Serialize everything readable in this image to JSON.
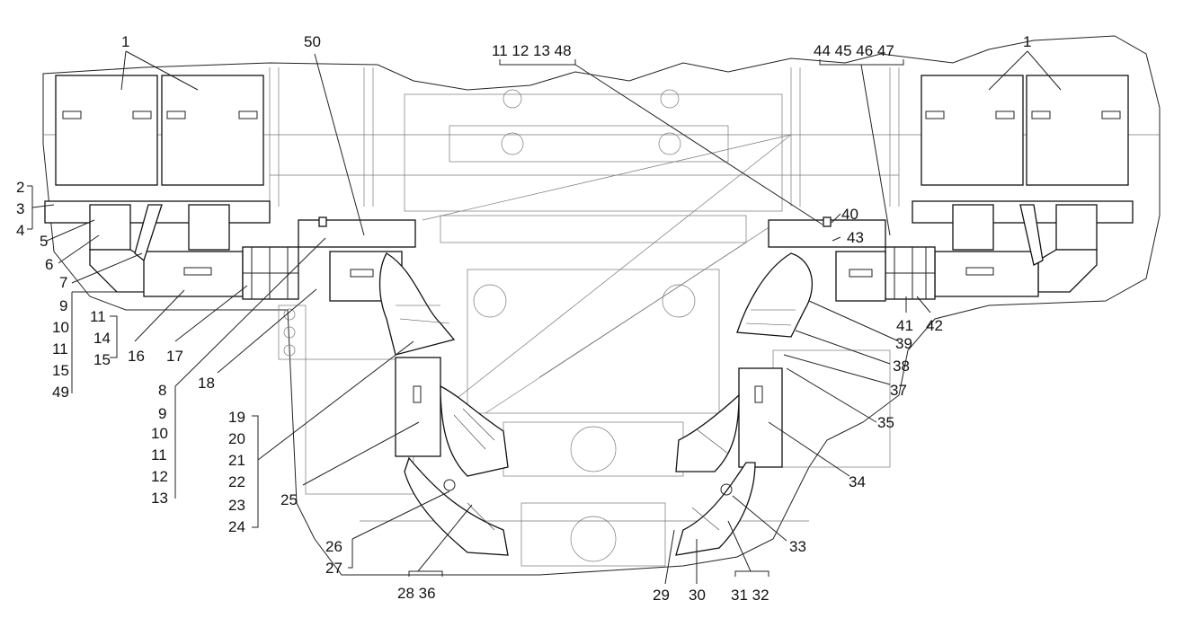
{
  "labels": {
    "top_center": "11 12 13 48",
    "top_right_group": "44 45 46 47",
    "n1_left": "1",
    "n1_right": "1",
    "n50": "50",
    "n2": "2",
    "n3": "3",
    "n4": "4",
    "n5": "5",
    "n6": "6",
    "n7": "7",
    "n9a": "9",
    "n10a": "10",
    "n11a": "11",
    "n11b": "11",
    "n14": "14",
    "n15a": "15",
    "n15b": "15",
    "n16": "16",
    "n17": "17",
    "n18": "18",
    "n49": "49",
    "n8": "8",
    "n9b": "9",
    "n10b": "10",
    "n11c": "11",
    "n12": "12",
    "n13": "13",
    "n19": "19",
    "n20": "20",
    "n21": "21",
    "n22": "22",
    "n23": "23",
    "n24": "24",
    "n25": "25",
    "n26": "26",
    "n27": "27",
    "n28_36": "28 36",
    "n29": "29",
    "n30": "30",
    "n31_32": "31 32",
    "n33": "33",
    "n34": "34",
    "n35": "35",
    "n37": "37",
    "n38": "38",
    "n39": "39",
    "n40": "40",
    "n41": "41",
    "n42": "42",
    "n43": "43"
  }
}
